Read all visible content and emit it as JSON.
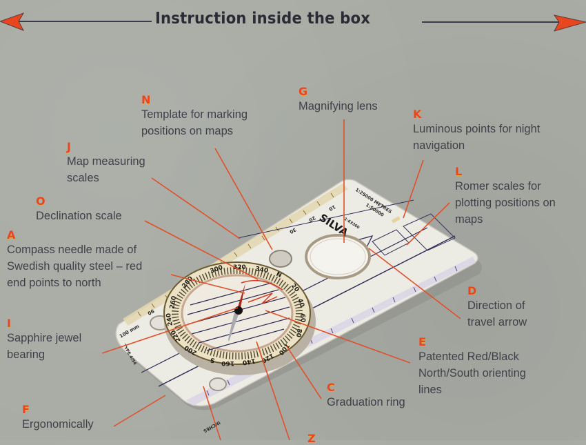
{
  "header": {
    "title": "Instruction inside the box",
    "arrow_color": "#e8461f",
    "line_color": "#3a3a4a"
  },
  "colors": {
    "background": "#a9aca5",
    "letter": "#e8461f",
    "leader_line": "#e0502a",
    "text": "#3f4049"
  },
  "callouts": {
    "n": {
      "letter": "N",
      "text": "Template for marking\npositions on maps"
    },
    "g": {
      "letter": "G",
      "text": "Magnifying lens"
    },
    "k": {
      "letter": "K",
      "text": "Luminous points for night\nnavigation"
    },
    "j": {
      "letter": "J",
      "text": "Map measuring\nscales"
    },
    "l": {
      "letter": "L",
      "text": "Romer scales for\nplotting positions on\nmaps"
    },
    "o": {
      "letter": "O",
      "text": "Declination scale"
    },
    "a": {
      "letter": "A",
      "text": "Compass needle made of\nSwedish quality steel – red\nend points to north"
    },
    "d": {
      "letter": "D",
      "text": "Direction of\ntravel arrow"
    },
    "i": {
      "letter": "I",
      "text": "Sapphire jewel\nbearing"
    },
    "e": {
      "letter": "E",
      "text": "Patented Red/Black\nNorth/South orienting\nlines"
    },
    "c": {
      "letter": "C",
      "text": "Graduation ring"
    },
    "f": {
      "letter": "F",
      "text": "Ergonomically"
    },
    "z": {
      "letter": "Z"
    }
  },
  "compass": {
    "brand": "SILVA",
    "model": "TYPE 4/54",
    "scale_labels": [
      "1:25000 METRES",
      "1:50000",
      "1:63360"
    ],
    "ruler_labels": [
      "100 mm",
      "90",
      "30",
      "20",
      "10"
    ],
    "ring_labels": [
      "N",
      "20",
      "40",
      "60",
      "80",
      "100",
      "120",
      "140",
      "160",
      "S",
      "200",
      "220",
      "240",
      "260",
      "280",
      "300",
      "320",
      "340"
    ],
    "inches_label": "INCHES"
  }
}
